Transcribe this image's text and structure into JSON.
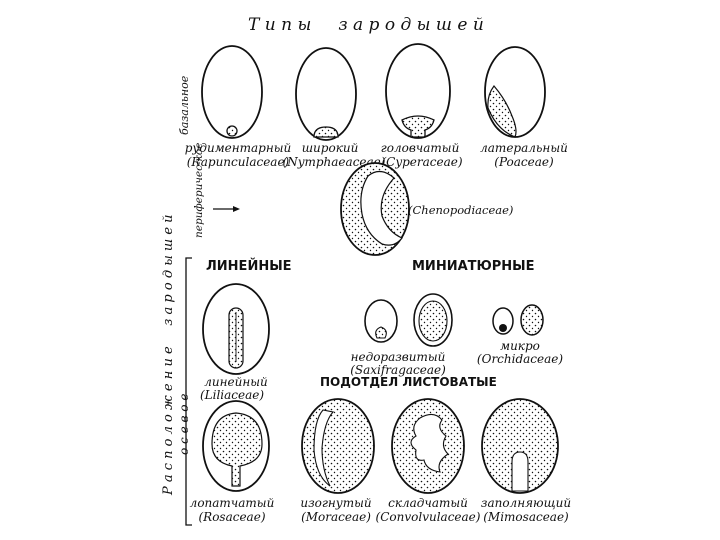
{
  "title": "Т и п ы     з а р о д ы ш е й",
  "left_axis": {
    "main": "Р а с п о л о ж е н и е     з а р о д ы ш е й",
    "basal": "базальное",
    "peripheral": "периферичес-кое",
    "axial": "о с е в о е"
  },
  "sections": {
    "linear": "ЛИНЕЙНЫЕ",
    "miniature": "МИНИАТЮРНЫЕ",
    "leafy": "ПОДОТДЕЛ ЛИСТОВАТЫЕ"
  },
  "embryos": [
    {
      "type": "рудиментарный",
      "family": "(Rapunculaceae)"
    },
    {
      "type": "широкий",
      "family": "(Nymphaeaceae)"
    },
    {
      "type": "головчатый",
      "family": "(Cyperaceae)"
    },
    {
      "type": "латеральный",
      "family": "(Poaceae)"
    },
    {
      "type": "",
      "family": "(Chenopodiaceae)"
    },
    {
      "type": "линейный",
      "family": "(Liliaceae)"
    },
    {
      "type": "недоразвитый",
      "family": "(Saxifragaceae)"
    },
    {
      "type": "микро",
      "family": "(Orchidaceae)"
    },
    {
      "type": "лопатчатый",
      "family": "(Rosaceae)"
    },
    {
      "type": "изогнутый",
      "family": "(Moraceae)"
    },
    {
      "type": "складчатый",
      "family": "(Convolvulaceae)"
    },
    {
      "type": "заполняющий",
      "family": "(Mimosaceae)"
    }
  ]
}
